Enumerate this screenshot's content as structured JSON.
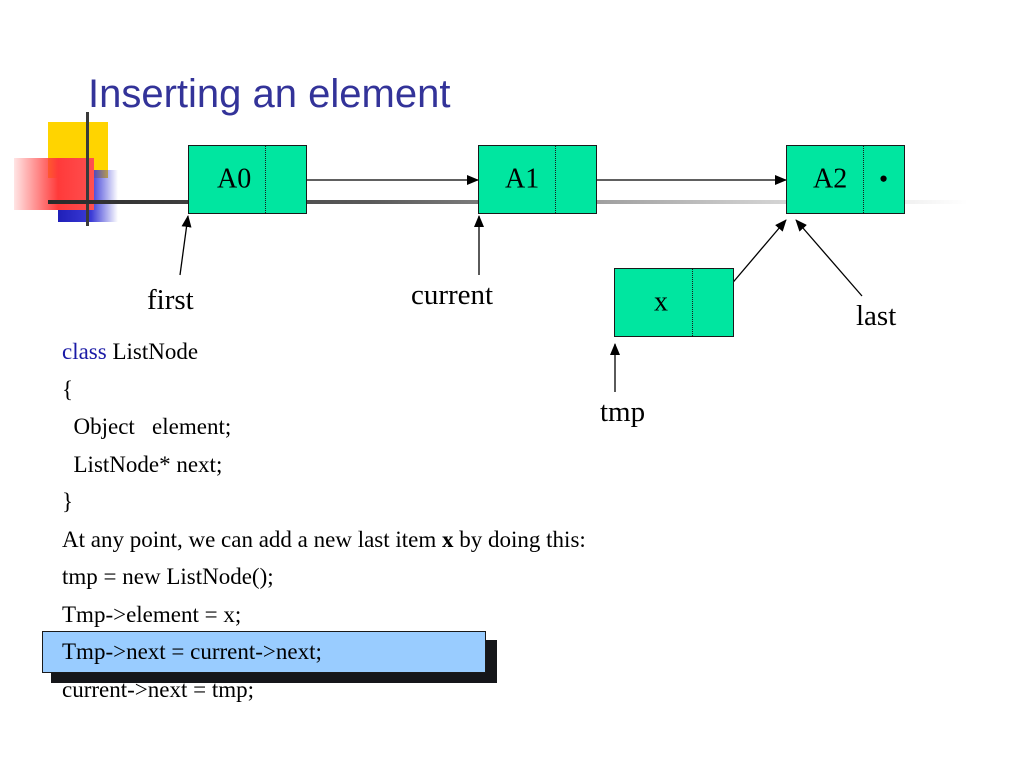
{
  "slide": {
    "title": "Inserting an element"
  },
  "nodes": {
    "a0": "A0",
    "a1": "A1",
    "a2": "A2",
    "a2_null_marker": "•",
    "x": "x"
  },
  "pointers": {
    "first": "first",
    "current": "current",
    "last": "last",
    "tmp": "tmp"
  },
  "code": {
    "line1_keyword": "class",
    "line1_rest": " ListNode",
    "line2": "{",
    "line3": "  Object   element;",
    "line4": "  ListNode* next;",
    "line5": "}",
    "line6_before": "At any point, we can add a new last item ",
    "line6_bold": "x",
    "line6_after": " by doing this:",
    "line7": "tmp = new ListNode();",
    "line8": "Tmp->element = x;",
    "line9": "Tmp->next = current->next;",
    "line10": "current->next = tmp;"
  },
  "colors": {
    "title": "#333399",
    "node_fill": "#00e6a0",
    "highlight": "#99ccff",
    "keyword": "#1a1aa6"
  }
}
